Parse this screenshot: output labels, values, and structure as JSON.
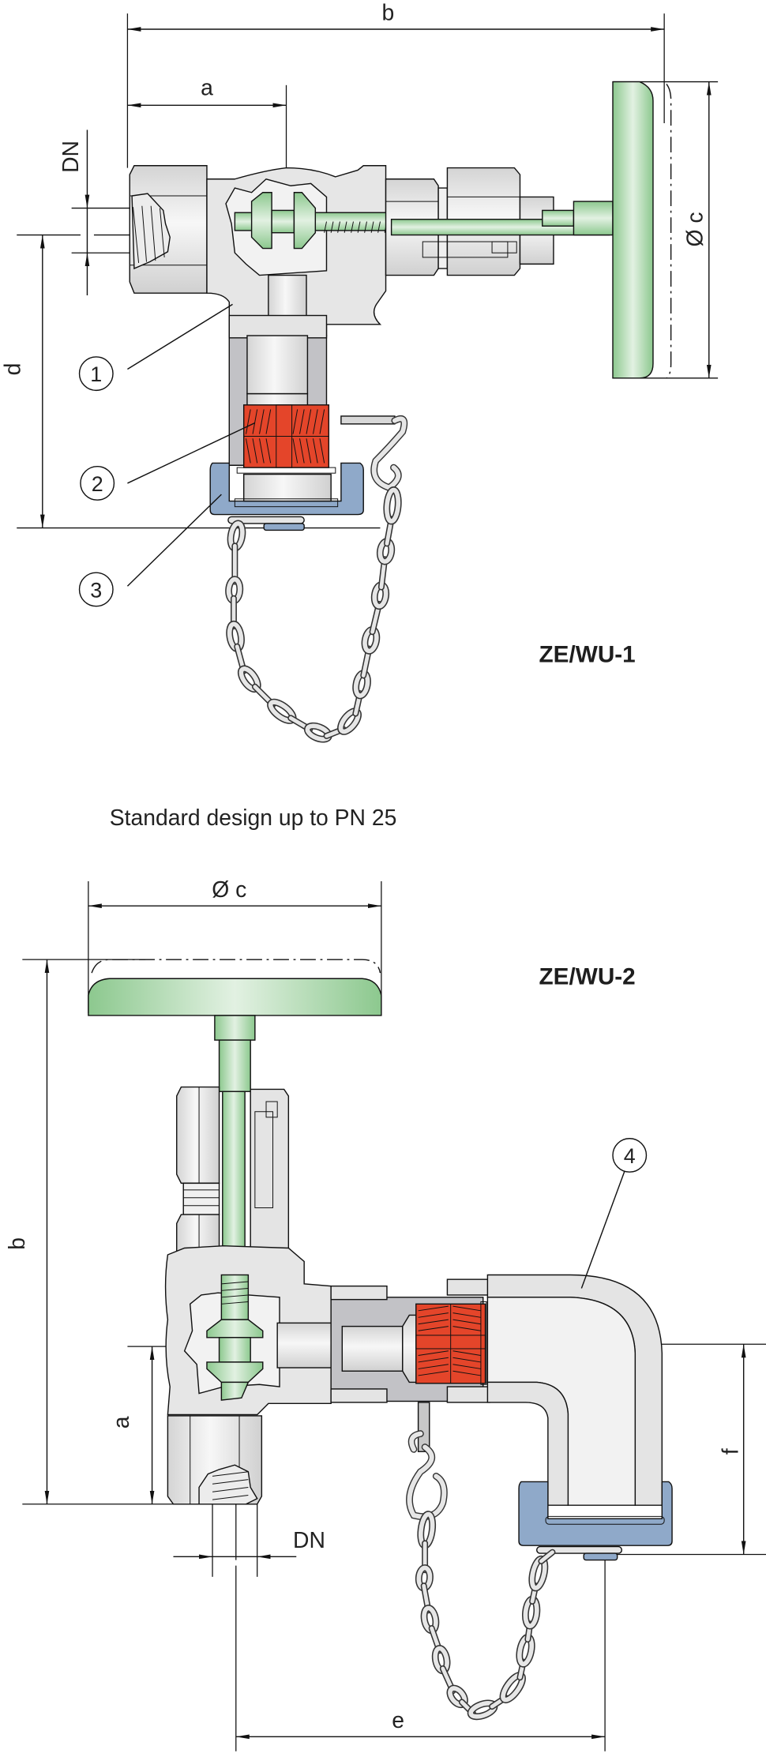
{
  "colors": {
    "body_gray": "#e4e4e4",
    "body_dark_gray": "#c2c2c6",
    "handwheel_green": "#8cc88e",
    "handwheel_light": "#e2f1e2",
    "packing_green": "#009a3e",
    "filter_red": "#e4452a",
    "filter_center": "#f2b9a6",
    "cap_blue": "#8fa9c9",
    "line": "#111111"
  },
  "variant_1": {
    "title": "ZE/WU-1",
    "dimensions": {
      "a": "a",
      "b": "b",
      "c": "Ø c",
      "d": "d",
      "dn": "DN"
    },
    "balloons": [
      "1",
      "2",
      "3"
    ]
  },
  "note": "Standard design up to PN 25",
  "variant_2": {
    "title": "ZE/WU-2",
    "dimensions": {
      "a": "a",
      "b": "b",
      "c": "Ø c",
      "dn": "DN",
      "e": "e",
      "f": "f"
    },
    "balloons": [
      "4"
    ]
  }
}
